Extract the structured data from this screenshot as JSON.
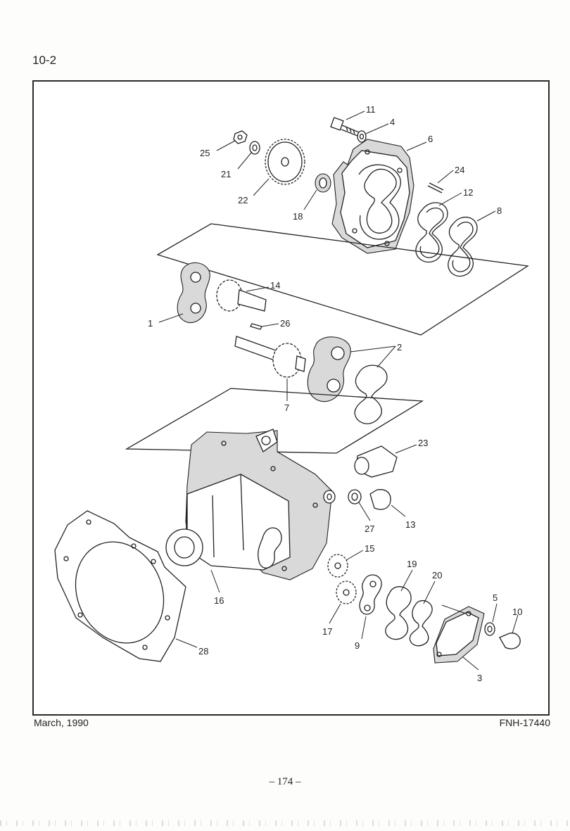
{
  "header": {
    "section": "10-2"
  },
  "footer": {
    "date": "March, 1990",
    "doc_number": "FNH-17440",
    "page": "– 174 –"
  },
  "diagram": {
    "callouts": {
      "c1": "1",
      "c2": "2",
      "c3": "3",
      "c4": "4",
      "c5": "5",
      "c6": "6",
      "c7": "7",
      "c8": "8",
      "c9": "9",
      "c10": "10",
      "c11": "11",
      "c12": "12",
      "c13": "13",
      "c14": "14",
      "c15": "15",
      "c16": "16",
      "c17": "17",
      "c18": "18",
      "c19": "19",
      "c20": "20",
      "c21": "21",
      "c22": "22",
      "c23": "23",
      "c24": "24",
      "c25": "25",
      "c26": "26",
      "c27": "27",
      "c28": "28"
    }
  }
}
